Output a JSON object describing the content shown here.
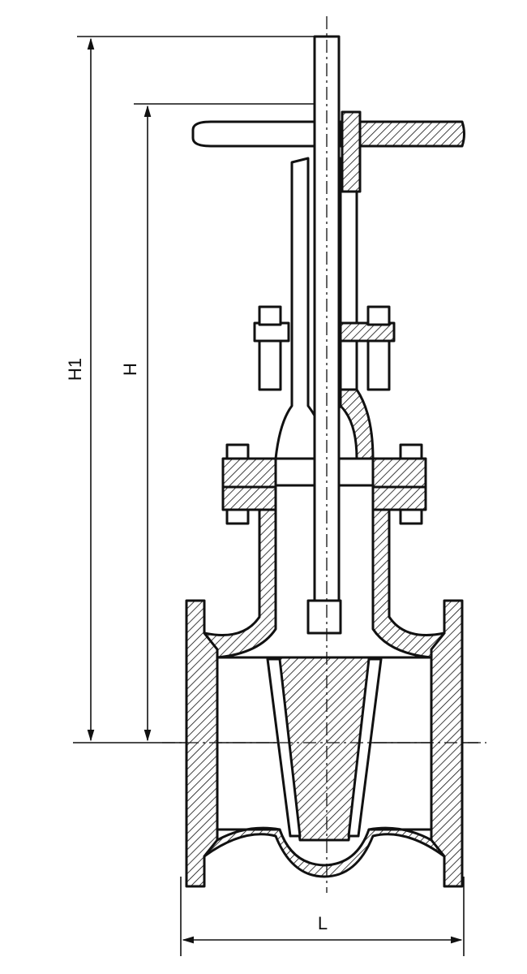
{
  "dimensions": {
    "h1_label": "H1",
    "h_label": "H",
    "l_label": "L"
  },
  "colors": {
    "line": "#111111",
    "background": "#ffffff"
  }
}
